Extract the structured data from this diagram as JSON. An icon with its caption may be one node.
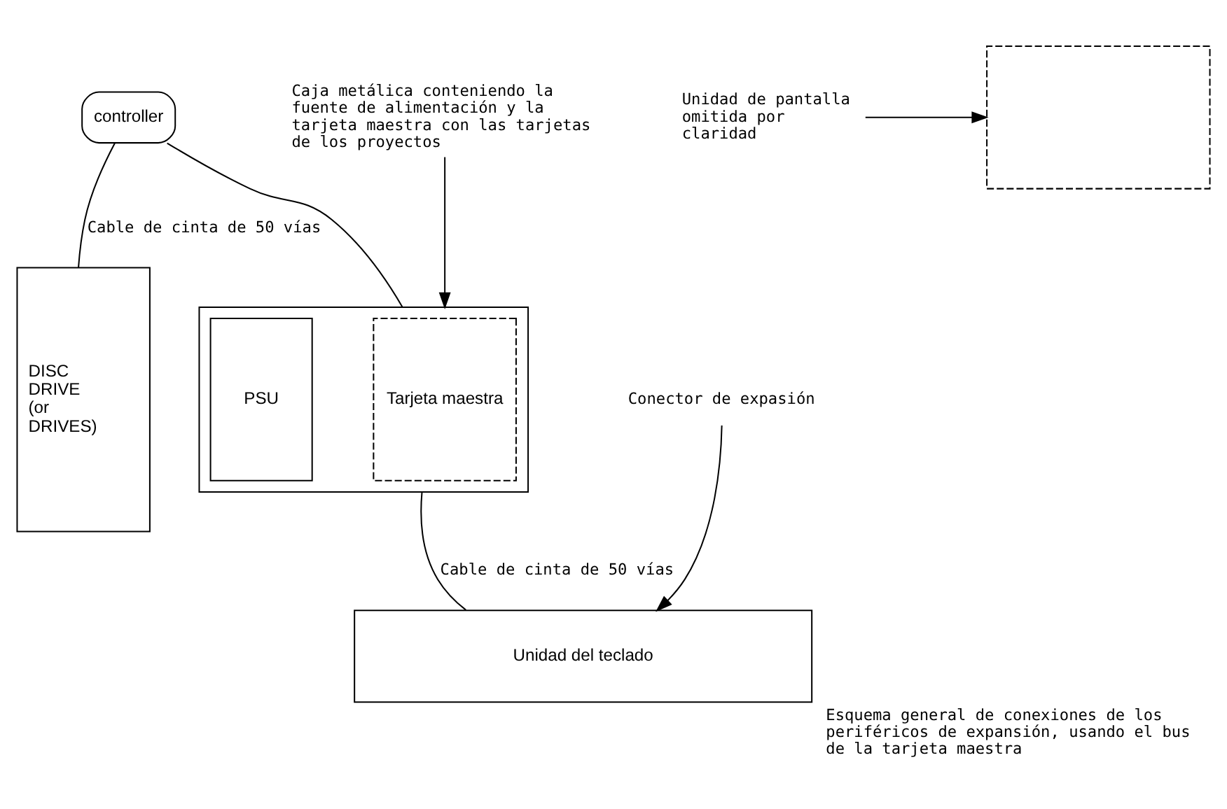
{
  "diagram": {
    "caption": "Esquema general de conexiones de los periféricos de expansión, usando el bus de la tarjeta maestra",
    "nodes": [
      {
        "text": [
          "controller"
        ]
      },
      {
        "text": [],
        "shape": "box"
      },
      {
        "text": [
          "Tarjeta maestra"
        ],
        "in": 1
      },
      {
        "text": [
          "PSU"
        ],
        "in": 1
      },
      {
        "text": [
          "Caja metálica conteniendo la fuente de alimentación y la tarjeta maestra con las tarjetas de los proyectos"
        ]
      },
      {
        "text": [],
        "shape": "box"
      },
      {
        "text": [
          "Unidad de pantalla omitida por claridad"
        ]
      },
      {
        "text": [
          "Conector de expasión"
        ]
      },
      {
        "text": [
          "Unidad del teclado"
        ]
      },
      {
        "text": [
          "DISC DRIVE (or DRIVES)"
        ]
      }
    ],
    "edges": [
      {
        "from": 0,
        "to": 1,
        "arrow": "none"
      },
      {
        "from": 0,
        "to": 9,
        "arrow": "none",
        "label": "Cable de cinta de 50 vías"
      },
      {
        "from": 1,
        "to": 8,
        "arrow": "none",
        "label": "Cable de cinta de 50 vías"
      },
      {
        "from": 4,
        "to": 1,
        "arrow": "to"
      },
      {
        "from": 6,
        "to": 5,
        "arrow": "to"
      },
      {
        "from": 7,
        "to": 8,
        "arrow": "to"
      }
    ]
  }
}
